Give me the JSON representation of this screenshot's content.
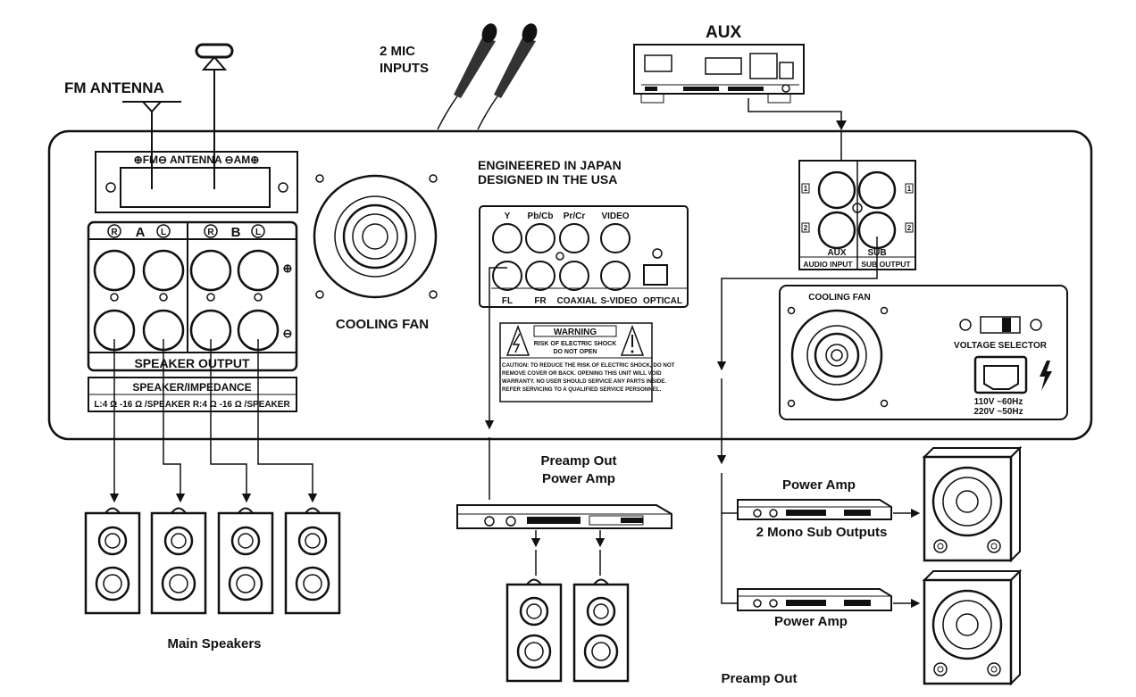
{
  "labels": {
    "fm_antenna": "FM ANTENNA",
    "mic_line1": "2 MIC",
    "mic_line2": "INPUTS",
    "aux": "AUX",
    "antenna_terminal": "⊕FM⊖ ANTENNA ⊖AM⊕",
    "engineered": "ENGINEERED IN JAPAN",
    "designed": "DESIGNED IN THE USA",
    "zone_a": "A",
    "zone_b": "B",
    "r": "R",
    "l": "L",
    "speaker_output": "SPEAKER OUTPUT",
    "speaker_impedance": "SPEAKER/IMPEDANCE",
    "impedance_values": "L:4 Ω -16 Ω /SPEAKER   R:4 Ω -16 Ω /SPEAKER",
    "cooling_fan": "COOLING FAN",
    "video_top": [
      "Y",
      "Pb/Cb",
      "Pr/Cr",
      "VIDEO"
    ],
    "video_bottom": [
      "FL",
      "FR",
      "COAXIAL",
      "S-VIDEO",
      "OPTICAL"
    ],
    "warning_title": "WARNING",
    "warning_line1": "RISK OF ELECTRIC SHOCK",
    "warning_line2": "DO NOT OPEN",
    "caution_lines": [
      "CAUTION: TO REDUCE THE RISK OF ELECTRIC SHOCK, DO NOT",
      "REMOVE COVER OR BACK. OPENING THIS UNIT WILL VOID",
      "WARRANTY. NO USER SHOULD SERVICE ANY PARTS INSIDE.",
      "REFER SERVICING TO A QUALIFIED SERVICE PERSONNEL."
    ],
    "aux_small": "AUX",
    "sub_small": "SUB",
    "audio_input": "AUDIO INPUT",
    "sub_output": "SUB OUTPUT",
    "jack_nums": [
      "1",
      "1",
      "2",
      "2"
    ],
    "cooling_fan_small": "COOLING FAN",
    "voltage_selector": "VOLTAGE SELECTOR",
    "voltage_110": "110V ~60Hz",
    "voltage_220": "220V ~50Hz",
    "preamp_out_power_amp_line1": "Preamp Out",
    "preamp_out_power_amp_line2": "Power Amp",
    "power_amp_top": "Power Amp",
    "mono_sub_outputs": "2 Mono Sub Outputs",
    "power_amp_bottom": "Power Amp",
    "main_speakers": "Main Speakers",
    "preamp_out_bottom": "Preamp Out"
  },
  "icons": {
    "mic": "microphone-icon",
    "aux_device": "cd-player-icon",
    "amp": "rack-amplifier-icon",
    "speaker": "speaker-cabinet-icon",
    "subwoofer": "subwoofer-icon",
    "warning": "lightning-warning-icon"
  }
}
